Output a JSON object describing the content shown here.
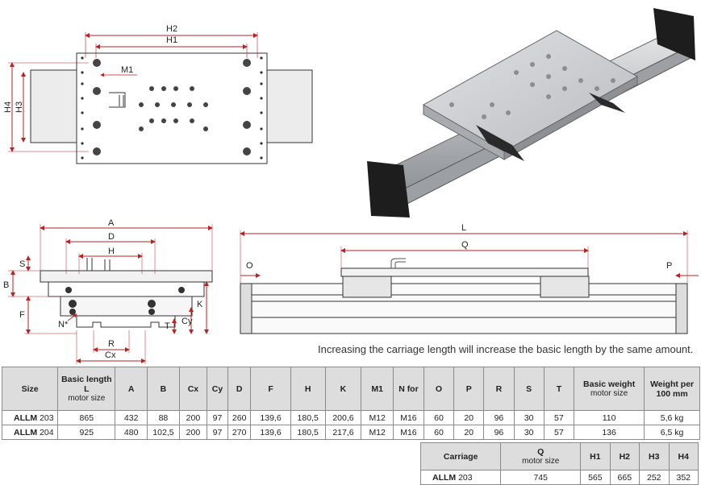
{
  "labels": {
    "top": {
      "h2": "H2",
      "h1": "H1",
      "m1": "M1",
      "h4": "H4",
      "h3": "H3"
    },
    "end": {
      "a": "A",
      "d": "D",
      "h": "H",
      "s": "S",
      "b": "B",
      "f": "F",
      "k": "K",
      "n": "N*",
      "t": "T",
      "cy": "Cy",
      "r": "R",
      "cx": "Cx"
    },
    "side": {
      "l": "L",
      "q": "Q",
      "o": "O",
      "p": "P"
    }
  },
  "note": "Increasing the carriage length will increase the basic length by the same amount.",
  "spec_table": {
    "headers": [
      {
        "main": "Size",
        "sub": ""
      },
      {
        "main": "Basic length L",
        "sub": "motor size"
      },
      {
        "main": "A",
        "sub": ""
      },
      {
        "main": "B",
        "sub": ""
      },
      {
        "main": "Cx",
        "sub": ""
      },
      {
        "main": "Cy",
        "sub": ""
      },
      {
        "main": "D",
        "sub": ""
      },
      {
        "main": "F",
        "sub": ""
      },
      {
        "main": "H",
        "sub": ""
      },
      {
        "main": "K",
        "sub": ""
      },
      {
        "main": "M1",
        "sub": ""
      },
      {
        "main": "N for",
        "sub": ""
      },
      {
        "main": "O",
        "sub": ""
      },
      {
        "main": "P",
        "sub": ""
      },
      {
        "main": "R",
        "sub": ""
      },
      {
        "main": "S",
        "sub": ""
      },
      {
        "main": "T",
        "sub": ""
      },
      {
        "main": "Basic weight",
        "sub": "motor size"
      },
      {
        "main": "Weight per 100 mm",
        "sub": ""
      }
    ],
    "rows": [
      {
        "model": "ALLM",
        "size": "203",
        "cells": [
          "865",
          "432",
          "88",
          "200",
          "97",
          "260",
          "139,6",
          "180,5",
          "200,6",
          "M12",
          "M16",
          "60",
          "20",
          "96",
          "30",
          "57",
          "110",
          "5,6 kg"
        ]
      },
      {
        "model": "ALLM",
        "size": "204",
        "cells": [
          "925",
          "480",
          "102,5",
          "200",
          "97",
          "270",
          "139,6",
          "180,5",
          "217,6",
          "M12",
          "M16",
          "60",
          "20",
          "96",
          "30",
          "57",
          "136",
          "6,5 kg"
        ]
      }
    ]
  },
  "carriage_table": {
    "headers": [
      {
        "main": "Carriage",
        "sub": ""
      },
      {
        "main": "Q",
        "sub": "motor size"
      },
      {
        "main": "H1",
        "sub": ""
      },
      {
        "main": "H2",
        "sub": ""
      },
      {
        "main": "H3",
        "sub": ""
      },
      {
        "main": "H4",
        "sub": ""
      }
    ],
    "rows": [
      {
        "model": "ALLM",
        "size": "203",
        "cells": [
          "745",
          "565",
          "665",
          "252",
          "352"
        ]
      }
    ]
  }
}
